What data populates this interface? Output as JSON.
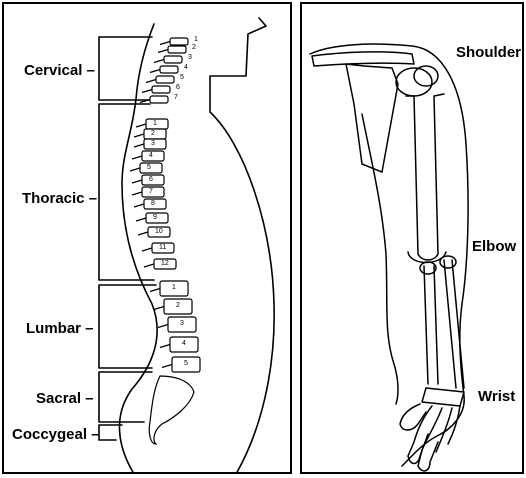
{
  "spine_panel": {
    "regions": [
      "Cervical",
      "Thoracic",
      "Lumbar",
      "Sacral",
      "Coccygeal"
    ],
    "cervical_numbers": [
      "1",
      "2",
      "3",
      "4",
      "5",
      "6",
      "7"
    ],
    "thoracic_numbers": [
      "1",
      "2",
      "3",
      "4",
      "5",
      "6",
      "7",
      "8",
      "9",
      "10",
      "11",
      "12"
    ],
    "lumbar_numbers": [
      "1",
      "2",
      "3",
      "4",
      "5"
    ]
  },
  "arm_panel": {
    "joints": [
      "Shoulder",
      "Elbow",
      "Wrist"
    ]
  }
}
